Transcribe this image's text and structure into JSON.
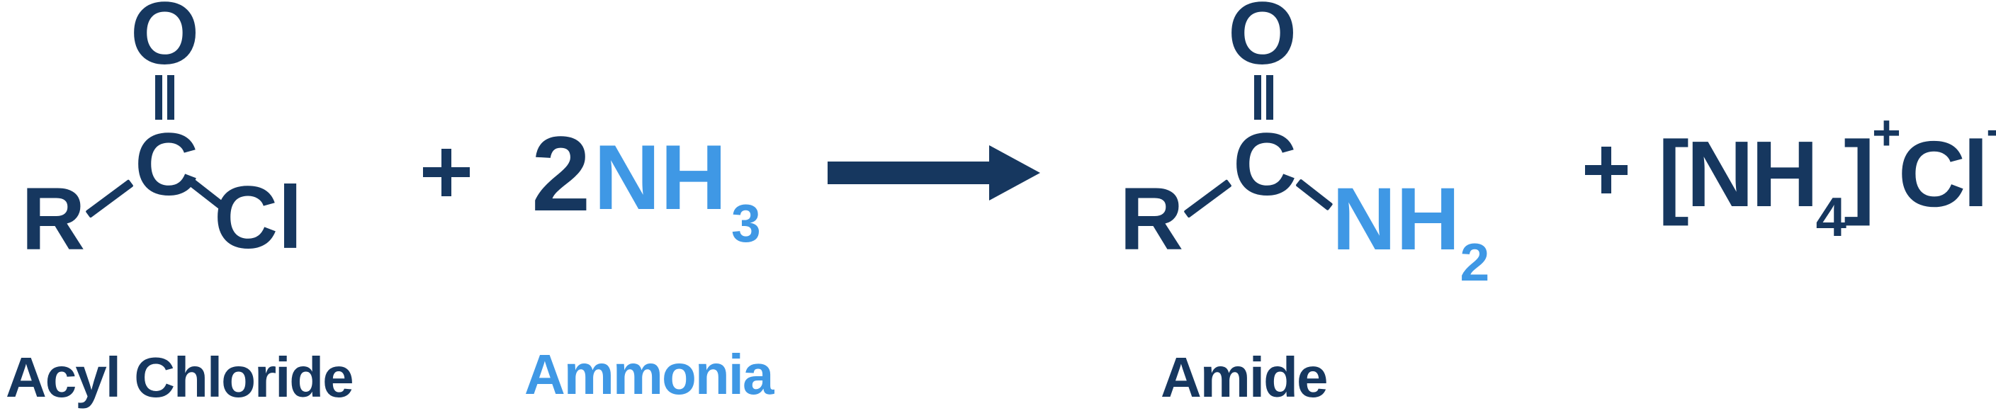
{
  "colors": {
    "navy": "#16375f",
    "blue": "#3f98e5",
    "background": "#ffffff"
  },
  "reaction": {
    "acyl_chloride": {
      "label": "Acyl Chloride",
      "oxygen": "O",
      "carbon": "C",
      "r_group": "R",
      "chlorine": "Cl"
    },
    "plus_left": "+",
    "ammonia": {
      "label": "Ammonia",
      "coefficient": "2",
      "formula": "NH",
      "subscript": "3"
    },
    "arrow": "⟶",
    "amide": {
      "label": "Amide",
      "oxygen": "O",
      "carbon": "C",
      "r_group": "R",
      "amine_group": "NH",
      "amine_subscript": "2"
    },
    "plus_right": "+",
    "ammonium_chloride": {
      "open_bracket": "[",
      "nh": "NH",
      "subscript": "4",
      "close_bracket": "]",
      "cation_charge": "+",
      "chloride": "Cl",
      "anion_charge": "−"
    }
  }
}
